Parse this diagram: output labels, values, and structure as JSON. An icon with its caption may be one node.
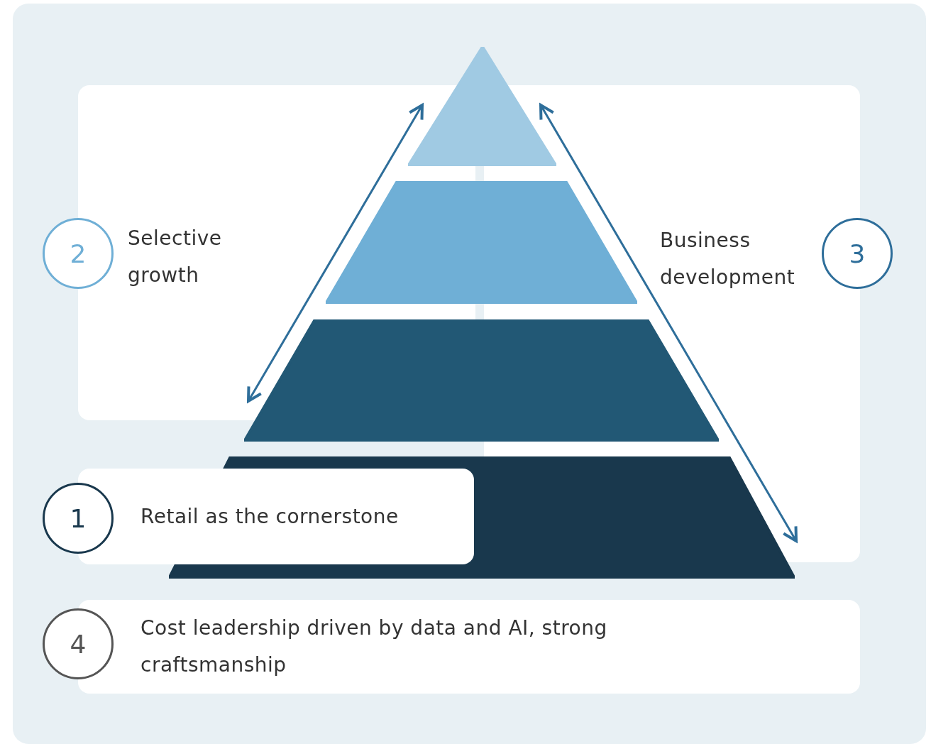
{
  "diagram": {
    "nodes": [
      {
        "text": [],
        "shape": "triangle"
      },
      {
        "text": [
          "Selective growth"
        ]
      },
      {
        "text": [
          "Business development"
        ]
      },
      {
        "text": [
          "2"
        ]
      },
      {
        "text": [
          "3"
        ]
      },
      {
        "text": [],
        "shape": "trapezoid"
      },
      {
        "text": [],
        "shape": "trapezoid"
      },
      {
        "text": [],
        "shape": "trapezoid"
      },
      {
        "text": [
          "Retail as the cornerstone"
        ]
      },
      {
        "text": [
          "1"
        ]
      },
      {
        "text": [
          "Cost leadership driven by data and AI, strong craftsmanship"
        ]
      },
      {
        "text": [
          "4"
        ]
      }
    ],
    "edges": [
      {
        "from": 0,
        "to": 6,
        "arrow": "both"
      },
      {
        "from": 0,
        "to": 7,
        "arrow": "both"
      }
    ]
  }
}
